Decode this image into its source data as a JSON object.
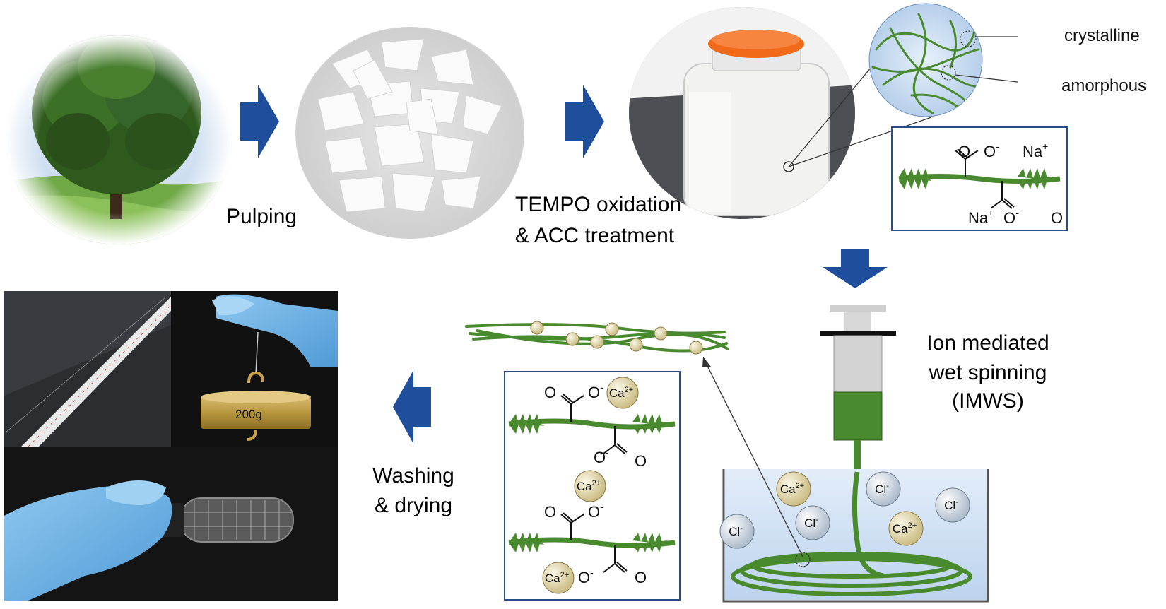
{
  "steps": {
    "pulping": "Pulping",
    "tempo_line1": "TEMPO oxidation",
    "tempo_line2": "& ACC treatment",
    "imws_line1": "Ion mediated",
    "imws_line2": "wet spinning",
    "imws_line3": "(IMWS)",
    "washing_line1": "Washing",
    "washing_line2": "& drying"
  },
  "fibril_labels": {
    "crystalline": "crystalline",
    "amorphous": "amorphous"
  },
  "chem": {
    "o": "O",
    "o_minus": "O",
    "minus": "-",
    "na": "Na",
    "plus": "+",
    "ca": "Ca",
    "two_plus": "2+",
    "cl": "Cl",
    "cl_minus": "-"
  },
  "weight_label": "200g",
  "colors": {
    "arrow_blue": "#1f4e9c",
    "fiber_green": "#4a8a2e",
    "box_border": "#2a4c8a",
    "bath_blue": "#cfe0f4",
    "ca_ion": "#e8dfb8",
    "cl_ion": "#dde6f0"
  }
}
